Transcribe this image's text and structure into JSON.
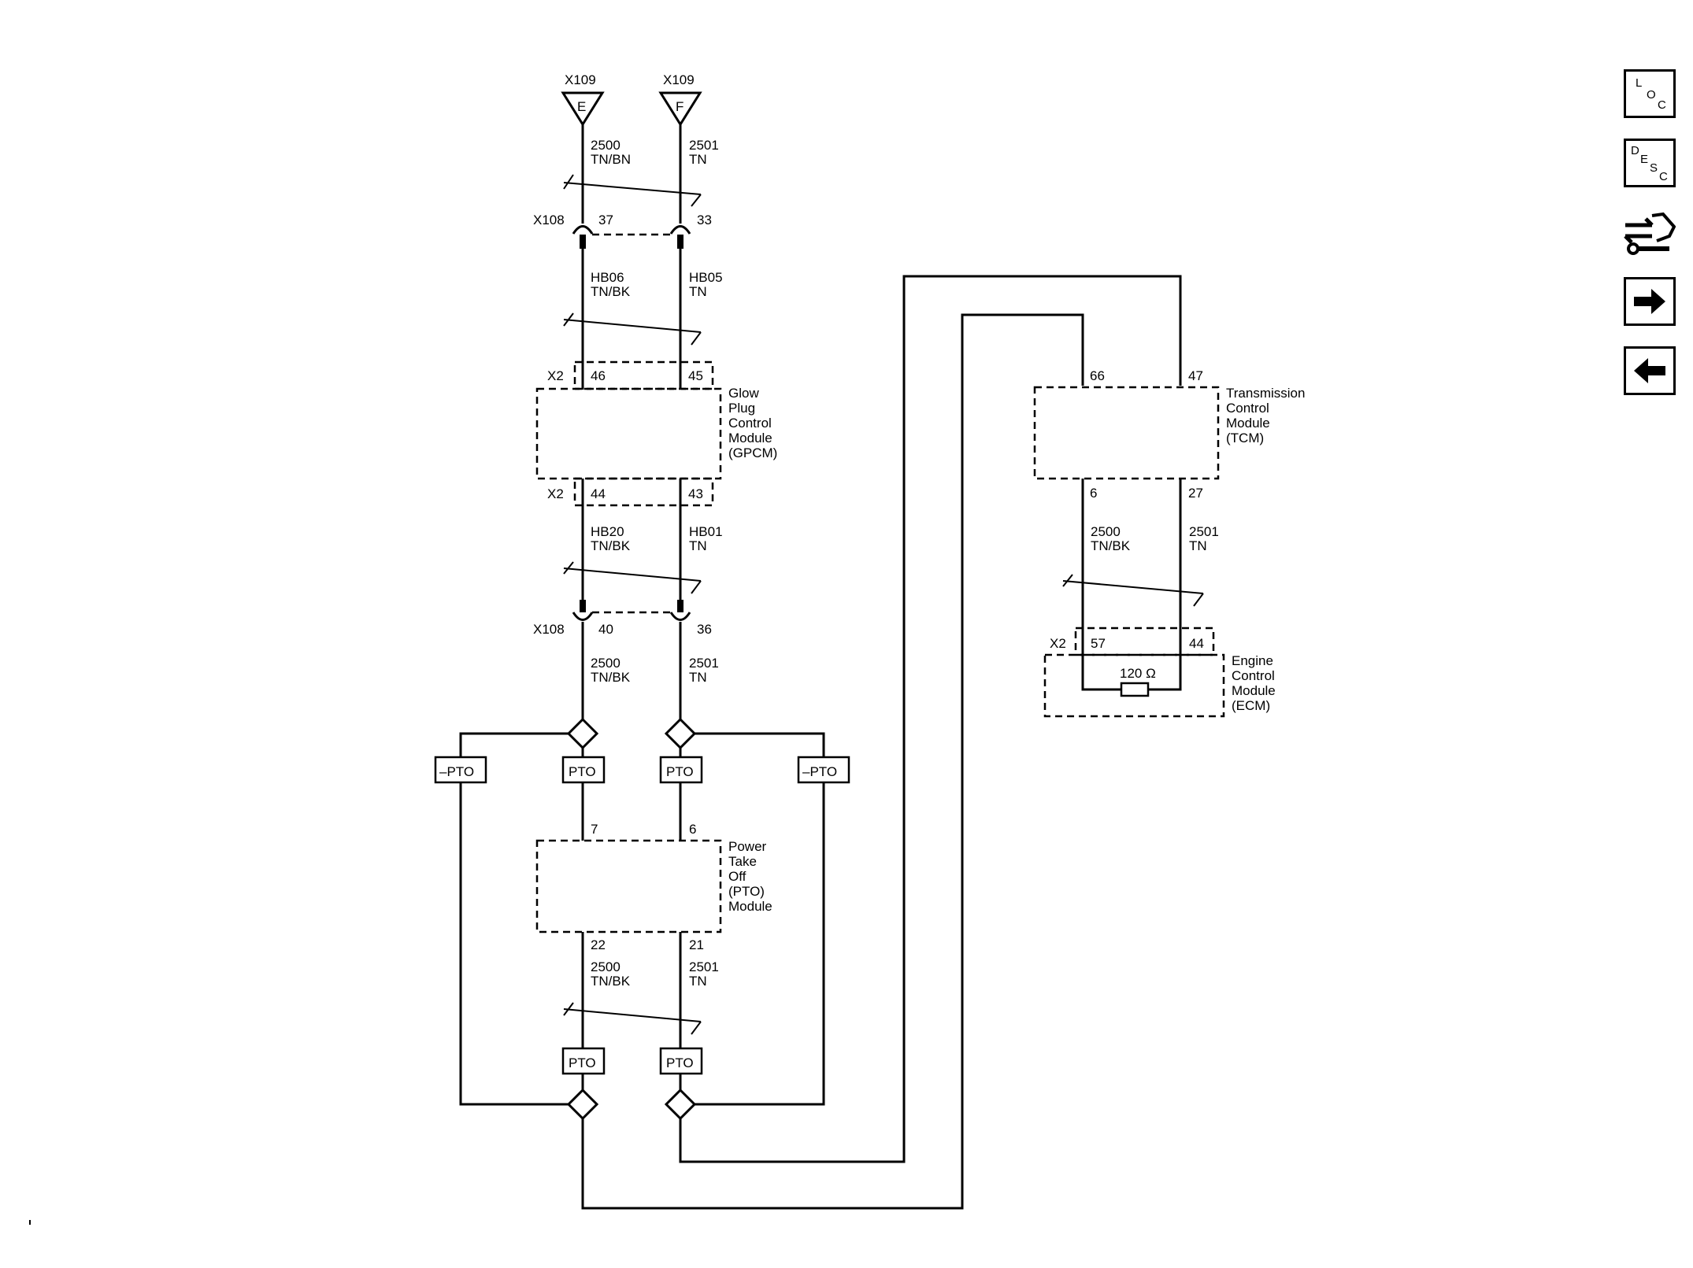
{
  "connectors": {
    "x109": "X109",
    "x108": "X108",
    "x2": "X2",
    "e": "E",
    "f": "F"
  },
  "pins": {
    "p37": "37",
    "p33": "33",
    "p46": "46",
    "p45": "45",
    "p44": "44",
    "p43": "43",
    "p40": "40",
    "p36": "36",
    "p7": "7",
    "p6": "6",
    "p22": "22",
    "p21": "21",
    "p66": "66",
    "p47": "47",
    "p6b": "6",
    "p27": "27",
    "p57": "57",
    "p44b": "44"
  },
  "wires": {
    "w2500": "2500",
    "w2501": "2501",
    "hb06": "HB06",
    "hb05": "HB05",
    "hb20": "HB20",
    "hb01": "HB01",
    "tnbn": "TN/BN",
    "tnbk": "TN/BK",
    "tn": "TN"
  },
  "modules": {
    "gpcm": [
      "Glow",
      "Plug",
      "Control",
      "Module",
      "(GPCM)"
    ],
    "pto": [
      "Power",
      "Take",
      "Off",
      "(PTO)",
      "Module"
    ],
    "tcm": [
      "Transmission",
      "Control",
      "Module",
      "(TCM)"
    ],
    "ecm": [
      "Engine",
      "Control",
      "Module",
      "(ECM)"
    ]
  },
  "options": {
    "pto": "PTO",
    "no_pto": "–PTO"
  },
  "resistor": "120 Ω",
  "side_buttons": {
    "loc": [
      "L",
      "O",
      "C"
    ],
    "desc": [
      "D",
      "E",
      "S",
      "C"
    ]
  }
}
